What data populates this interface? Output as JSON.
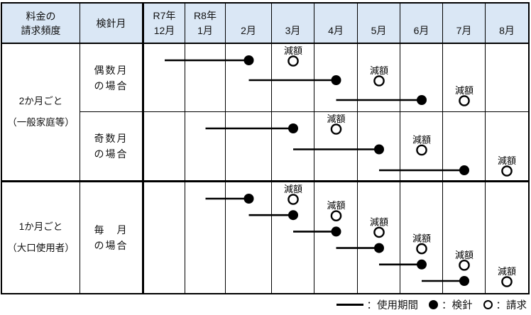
{
  "header": {
    "frequency": [
      "料金の",
      "請求頻度"
    ],
    "reading_month": "検針月",
    "months": [
      [
        "R7年",
        "12月"
      ],
      [
        "R8年",
        "1月"
      ],
      [
        "2月"
      ],
      [
        "3月"
      ],
      [
        "4月"
      ],
      [
        "5月"
      ],
      [
        "6月"
      ],
      [
        "7月"
      ],
      [
        "8月"
      ]
    ]
  },
  "groups": [
    {
      "frequency": [
        "2か月ごと",
        "（一般家庭等）"
      ],
      "rows": [
        {
          "label": [
            "偶数月",
            "の場合"
          ],
          "periods": [
            {
              "start": 0,
              "read": 2,
              "bill": 3
            },
            {
              "start": 2,
              "read": 4,
              "bill": 5
            },
            {
              "start": 4,
              "read": 6,
              "bill": 7
            }
          ]
        },
        {
          "label": [
            "奇数月",
            "の場合"
          ],
          "periods": [
            {
              "start": 1,
              "read": 3,
              "bill": 4
            },
            {
              "start": 3,
              "read": 5,
              "bill": 6
            },
            {
              "start": 5,
              "read": 7,
              "bill": 8
            }
          ]
        }
      ]
    },
    {
      "frequency": [
        "1か月ごと",
        "（大口使用者）"
      ],
      "rows": [
        {
          "label": [
            "毎　月",
            "の場合"
          ],
          "periods": [
            {
              "start": 1,
              "read": 2,
              "bill": 3
            },
            {
              "start": 2,
              "read": 3,
              "bill": 4
            },
            {
              "start": 3,
              "read": 4,
              "bill": 5
            },
            {
              "start": 4,
              "read": 5,
              "bill": 6
            },
            {
              "start": 5,
              "read": 6,
              "bill": 7
            },
            {
              "start": 6,
              "read": 7,
              "bill": 8
            }
          ]
        }
      ]
    }
  ],
  "reduction_label": "減額",
  "legend": {
    "usage_period": "：使用期間",
    "meter_reading": "：検針",
    "billing": "：請求"
  },
  "colors": {
    "header_bg": "#dae7f5",
    "ink": "#000000"
  }
}
